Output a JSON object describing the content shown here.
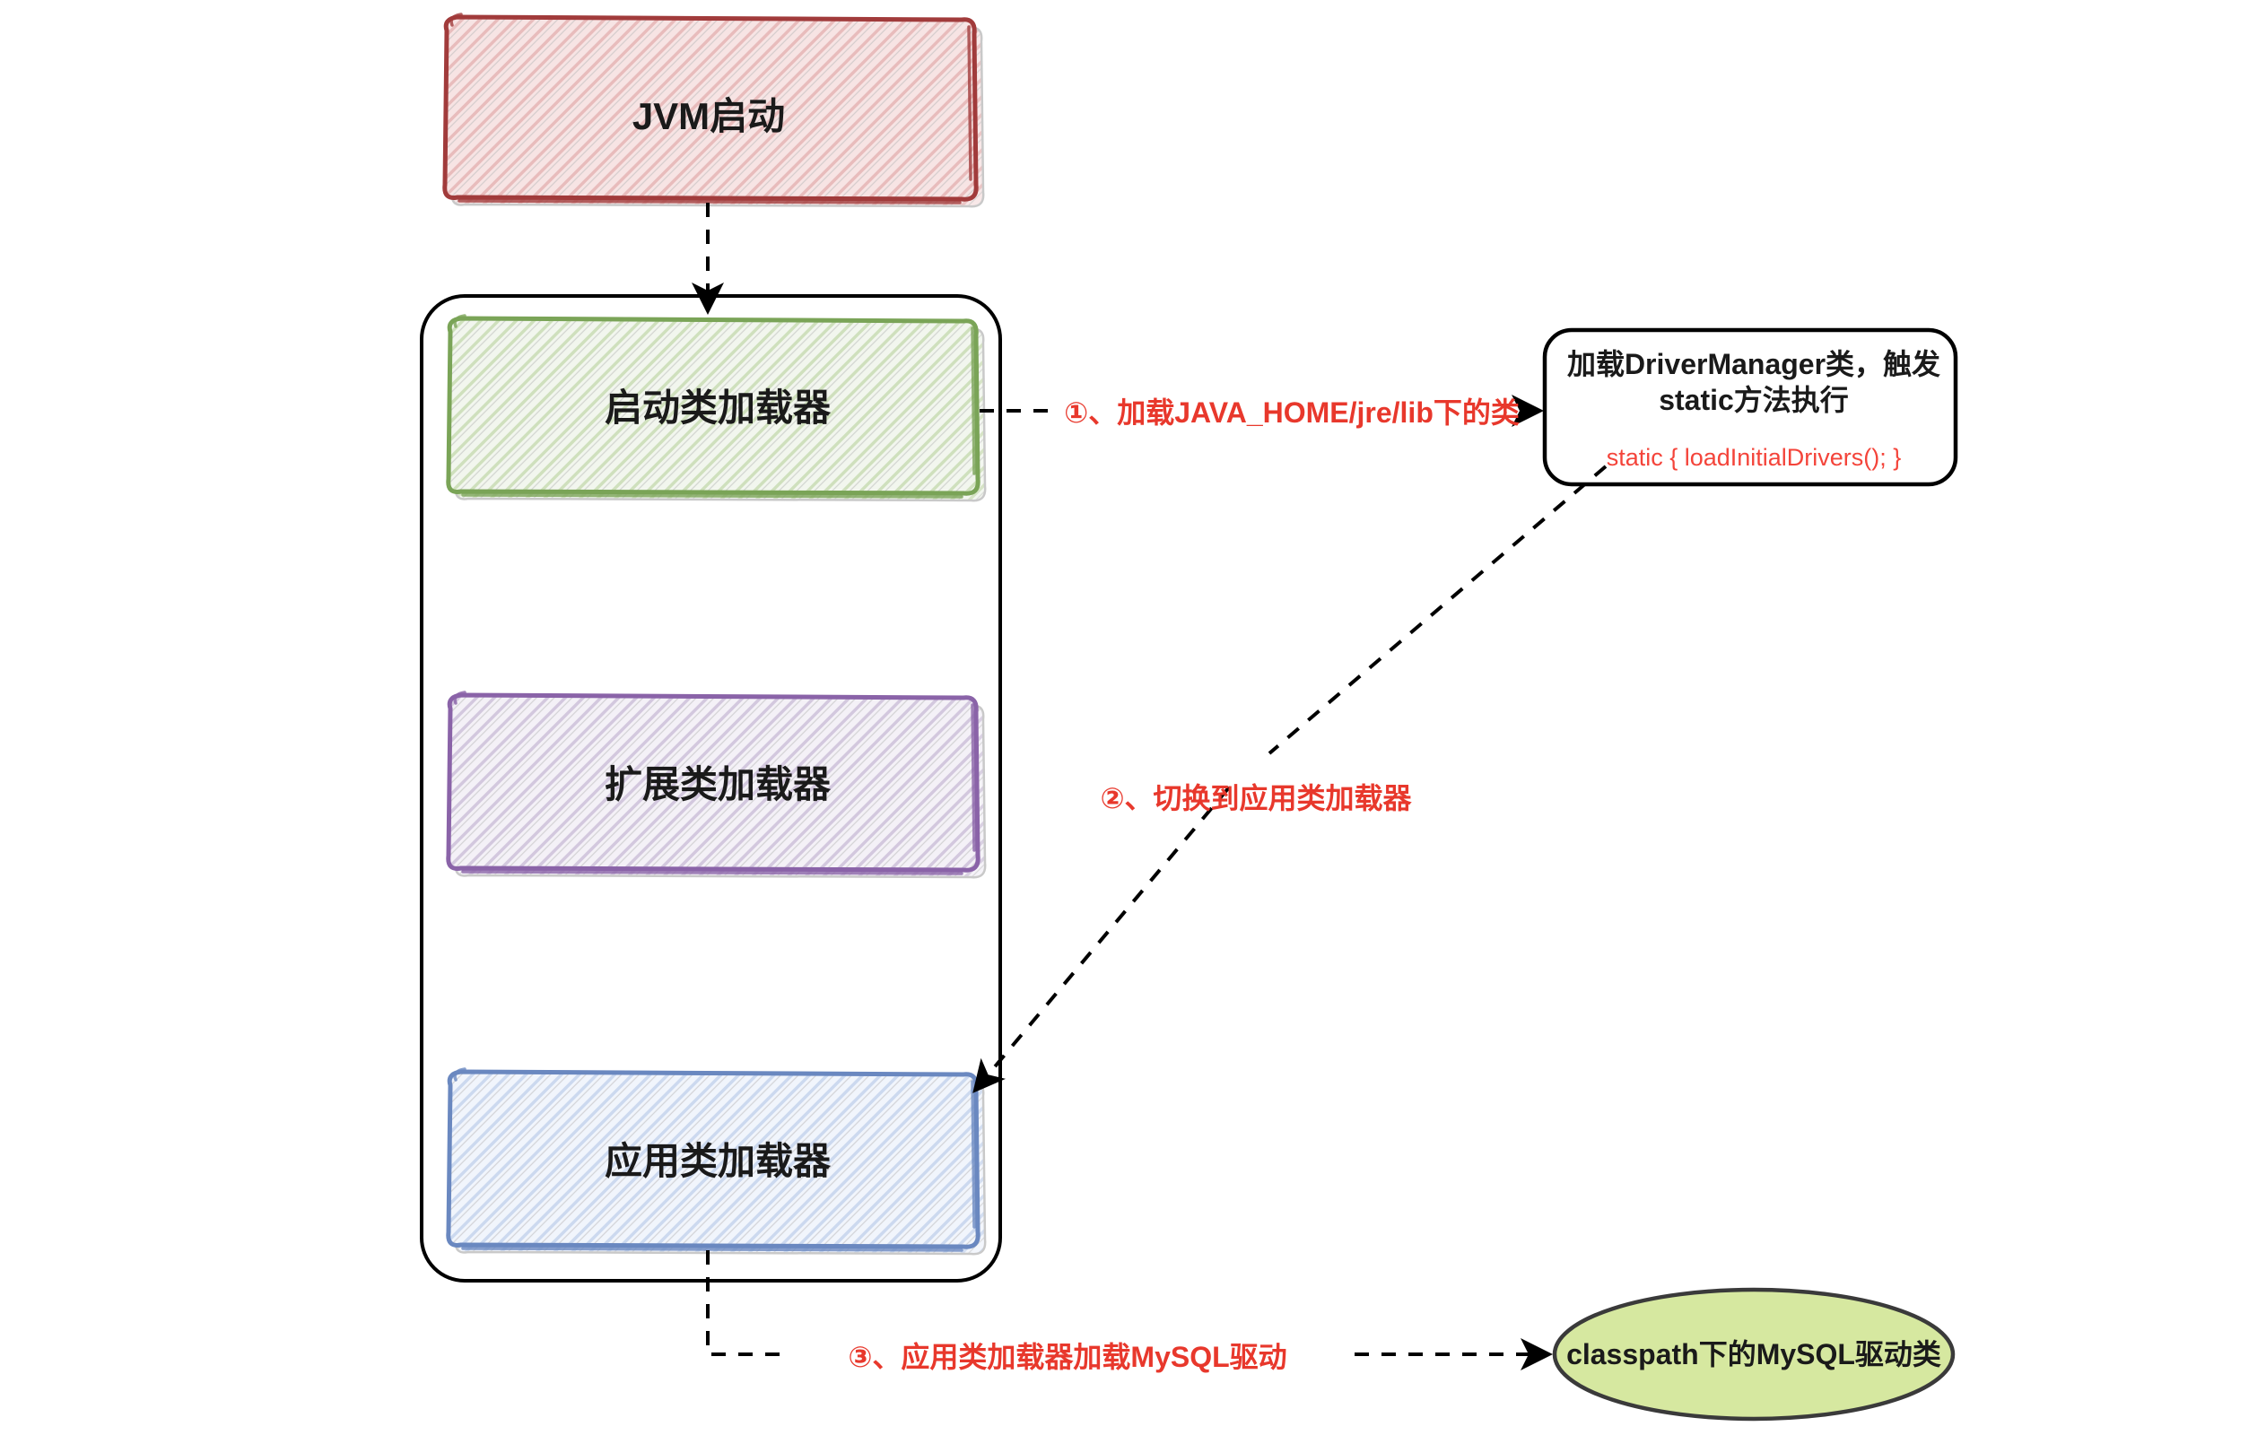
{
  "diagram": {
    "title": "JVM class loader / MySQL driver loading flow",
    "nodes": {
      "jvm_start": {
        "label": "JVM启动",
        "stroke": "#a13b3b",
        "fill": "#e8bcbc"
      },
      "boot_loader": {
        "label": "启动类加载器",
        "stroke": "#7aa457",
        "fill": "#cfe0bd"
      },
      "ext_loader": {
        "label": "扩展类加载器",
        "stroke": "#8a63a8",
        "fill": "#d3c8de"
      },
      "app_loader": {
        "label": "应用类加载器",
        "stroke": "#6a88c0",
        "fill": "#ccd9ef"
      },
      "driver_manager": {
        "label": "加载DriverManager类，触发static方法执行",
        "code": "static {  loadInitialDrivers(); }",
        "stroke": "#000000",
        "fill": "#ffffff",
        "code_color": "#f4443a"
      },
      "mysql_driver": {
        "label": "classpath下的MySQL驱动类",
        "stroke": "#3a3a3a",
        "fill": "#d6e8a0"
      }
    },
    "edges": [
      {
        "id": "e0",
        "label": "",
        "from": "jvm_start",
        "to": "boot_loader",
        "style": "dashed"
      },
      {
        "id": "e1",
        "label": "①、加载JAVA_HOME/jre/lib下的类",
        "from": "boot_loader",
        "to": "driver_manager",
        "style": "dashed",
        "color": "#e8382c"
      },
      {
        "id": "e2",
        "label": "②、切换到应用类加载器",
        "from": "driver_manager",
        "to": "app_loader",
        "style": "dashed",
        "color": "#e8382c"
      },
      {
        "id": "e3",
        "label": "③、应用类加载器加载MySQL驱动",
        "from": "app_loader",
        "to": "mysql_driver",
        "style": "dashed",
        "color": "#e8382c"
      }
    ],
    "container": {
      "label": "",
      "stroke": "#000000"
    }
  }
}
